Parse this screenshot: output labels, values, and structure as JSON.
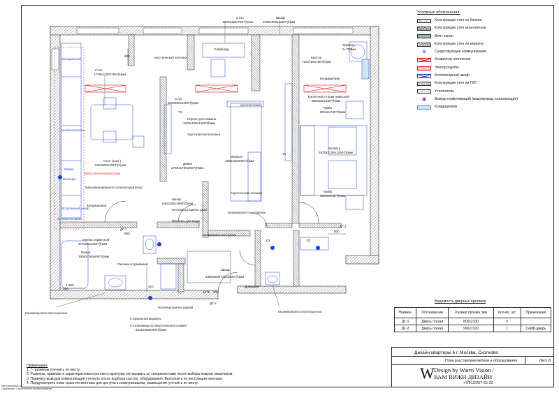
{
  "legend": {
    "title": "Условные обозначения:",
    "items": [
      {
        "icon": "block-walls-swatch",
        "label": "Конструкции стен из блоков"
      },
      {
        "icon": "monolith-walls-swatch",
        "label": "Конструкции стен монолитные"
      },
      {
        "icon": "vent-duct-swatch",
        "label": "Вент канал"
      },
      {
        "icon": "brick-walls-swatch",
        "label": "Конструкции стен из кирпича"
      },
      {
        "icon": "utilities-symbol",
        "label": "Существующие коммуникации"
      },
      {
        "icon": "heating-convector-swatch",
        "label": "Конвектор отопления"
      },
      {
        "icon": "electric-panel-swatch",
        "label": "Электрощиток"
      },
      {
        "icon": "collector-cabinet-swatch",
        "label": "Коллекторный шкаф"
      },
      {
        "icon": "drywall-walls-swatch",
        "label": "Конструкции стен из ГКЛ"
      },
      {
        "icon": "insulation-swatch",
        "label": "Утеплитель"
      },
      {
        "icon": "utility-outlet-symbol",
        "label": "Вывод коммуникаций (водопровод, канализация)"
      },
      {
        "icon": "air-conditioner-swatch",
        "label": "Кондиционер"
      }
    ]
  },
  "door_table": {
    "title": "Ведомость дверных проемов",
    "headers": [
      "Наимен.",
      "Обозначение",
      "Размер проема, мм",
      "Кол-во, шт.",
      "Примечания"
    ],
    "rows": [
      [
        "ДГ-1",
        "Дверь глухая",
        "800х2100",
        "5",
        ""
      ],
      [
        "ДГ-2",
        "Дверь глухая",
        "990х2100",
        "1",
        "Сейф-дверь"
      ]
    ]
  },
  "title_block": {
    "project": "Дизайн квартиры в г. Москва, Сколково",
    "sheet_name": "План расстановки мебели и оборудования",
    "sheet_no": "Лист 8",
    "logo_letter": "W",
    "logo_line1": "Design by Warm Vision /",
    "logo_line2": "ВАМ ВИЖН ДИЗАЙН",
    "phone": "+7/912/257-65-23"
  },
  "notes": {
    "title": "Примечания:",
    "lines": [
      "1. * - размеры уточнить по месту.",
      "2. Размеры, привязки и характеристики кухонного гарнитура согласовать со специалистами после выбора модели заказчиком.",
      "3. Привязку выводов коммуникаций уточнить после подбора сан.тех. оборудования. Выполнить по инструкции монтажа.",
      "4. Предусмотреть люки скрытого монтажа для доступа к коммуникациям, размещение уточнить по месту."
    ]
  },
  "footer": {
    "line1": "http://autodesk.ru",
    "line2": "Одобрение: Строительное проектирование"
  },
  "plan": {
    "top_labels": {
      "table": "Стол",
      "table_size": "1800х450х750*(h)мм",
      "wardrobe": "Шкаф",
      "wardrobe_size": "1000х450х2200*(h)мм",
      "sideboard": "Сайдборд",
      "acoustic1": "Акустическая колонка",
      "mirror_top": "Зеркало",
      "mirror_top_size": "d=700мм",
      "armchair": "Кресло",
      "armchair_size": "710х790х780*(h)мм",
      "conditioner": "Кондиционер"
    },
    "kitchen": {
      "fridge": "Холодильник",
      "table": "Стол",
      "table_size": "1730х1230х760*(h)мм",
      "oven": "Варочная поверхность Духовой шкаф Вытяжка",
      "sink": "Мойка",
      "filters": "Фильтры",
      "dishwasher": "Посудомоечная машина",
      "built_in": "Встроенный шкаф",
      "chairs": "Стул (3 шт.)",
      "chairs_size": "540х600х1020*(h)мм",
      "red_note": "Разработать согласно технологии кухонного гарнитура",
      "outlet_note": "Вывод коммуникаций разместить согласно инструкции монтажа",
      "conditioner2": "Кондиционер"
    },
    "living": {
      "chair": "Стул",
      "chair_size": "560х580х1000*(h)мм",
      "tv": "TV",
      "fireplace": "Портал для камина",
      "fireplace_size": "1285х195х1100*(h)мм",
      "acoustic2": "Акустическая колонка",
      "sofa": "Диван",
      "sofa_size": "2750х1780х800*(h)мм",
      "acoustic3": "Акустическая колонка",
      "mirror": "Зеркало",
      "mirror_size": "1650х30х900*(h)мм",
      "acoustic4": "Акустическая колонка",
      "tv2": "TV",
      "outlet_note2": "Вывод коммуникаций разместить согласно инструкции монтажа"
    },
    "bedroom": {
      "dressing": "Туалетный столик навесной",
      "dressing_size": "855х300х150*(h)мм",
      "nightstand1": "Тумба",
      "nightstand1_size": "600х0х740*(h)мм",
      "bed": "Кровать",
      "bed_size": "1820х2238х1450*(h)мм",
      "nightstand2": "Тумба",
      "nightstand2_size": "600х0х740*(h)мм"
    },
    "bath": {
      "cabinet": "Шкаф",
      "cabinet_size": "845х325х1590*(h)мм",
      "install": "Инсталляция для подвесного унитаза",
      "water_filters": "Фильтры для воды",
      "outlet_note3": "Вывод коммуникаций разместить согласно инструкции монтажа",
      "wc": "Унитаз подвесной",
      "wc_size": "370х560х420*(h)мм",
      "tub": "Ванна",
      "tub_size": "1800х700х600*(h)мм",
      "shell": "Раковина встраиваемая",
      "heater": "Полотенцесушитель водяной",
      "washer": "Стиральная машина",
      "counter": "Столешница из искусственного камня",
      "counter_size": "2340х460х900*(h)мм",
      "outlet_note4": "Вывод коммуникаций разместить согласно инструкции монтажа",
      "outlet_note5": "Вывод коммуникаций разместить согласно инструкции монтажа"
    },
    "hall": {
      "wardrobe": "Шкаф",
      "wardrobe_size": "2360х600/730х2500*(h)мм",
      "intercom": "Домофон",
      "door_main": "ДГ-2",
      "door1": "ДГ-1",
      "door2": "ДГ-1"
    },
    "dims": {
      "d680": "680",
      "d1580": "1 580",
      "d860": "860",
      "d410": "410",
      "d390": "390",
      "d1075": "1075",
      "d800": "800",
      "d300": "300",
      "d1": "1/2",
      "d2": "1/2"
    }
  }
}
